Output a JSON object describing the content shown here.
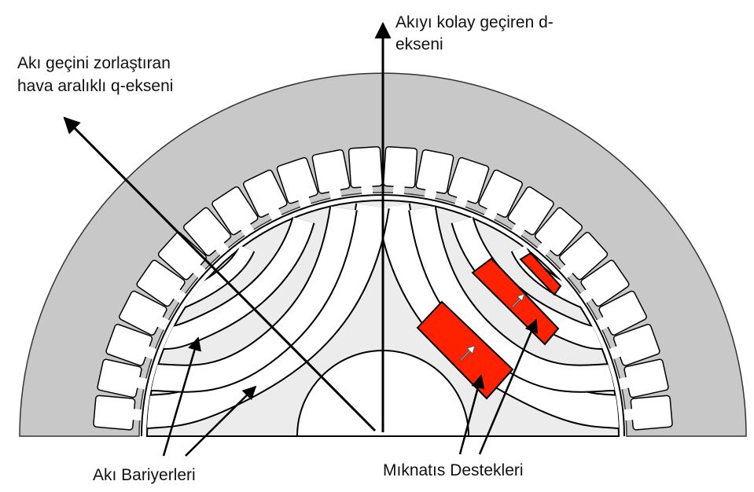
{
  "labels": {
    "d_axis_line1": "Akıyı kolay geçiren d-",
    "d_axis_line2": "ekseni",
    "q_axis_line1": "Akı geçini zorlaştıran",
    "q_axis_line2": "hava aralıklı q-ekseni",
    "flux_barriers": "Akı Bariyerleri",
    "magnet_supports": "Mıknatıs Destekleri"
  },
  "colors": {
    "stator": "#c8c8c8",
    "rotor": "#ececec",
    "magnet": "#ff2200"
  }
}
